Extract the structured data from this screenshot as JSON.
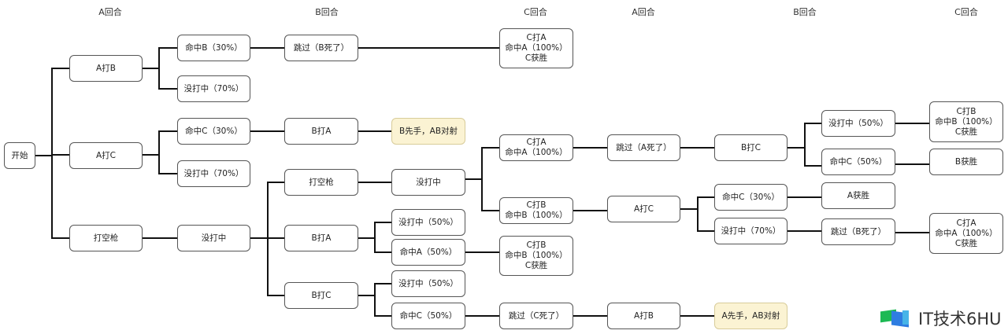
{
  "headers": [
    "A回合",
    "B回合",
    "C回合",
    "A回合",
    "B回合",
    "C回合"
  ],
  "nodes": {
    "start": "开始",
    "a_hit_b": "A打B",
    "a_hit_c": "A打C",
    "a_miss_shot": "打空枪",
    "a_hit_b_success": "命中B（30%）",
    "a_hit_b_fail": "没打中（70%）",
    "a_hit_c_success": "命中C（30%）",
    "a_hit_c_fail": "没打中（70%）",
    "a_shot_missed": "没打中",
    "skip_b_dead": "跳过（B死了）",
    "b_hit_a_after_c_dead": "B打A",
    "b_miss_shot": "打空枪",
    "b_hit_a": "B打A",
    "b_hit_c": "B打C",
    "b_first_duel": "B先手，AB对射",
    "b_shot_missed": "没打中",
    "b_hit_a_fail": "没打中（50%）",
    "b_hit_a_success": "命中A（50%）",
    "b_hit_c_fail": "没打中（50%）",
    "b_hit_c_success": "命中C（50%）",
    "c_hit_a_win_top": "C打A\n命中A（100%）\nC获胜",
    "c_hit_a": "C打A\n命中A（100%）",
    "c_hit_b": "C打B\n命中B（100%）",
    "c_hit_b_win_mid": "C打B\n命中B（100%）\nC获胜",
    "skip_c_dead": "跳过（C死了）",
    "skip_a_dead": "跳过（A死了）",
    "a_hit_c_r2": "A打C",
    "a_hit_b_r2": "A打B",
    "b_hit_c_r2": "B打C",
    "a_hit_c_r2_success": "命中C（30%）",
    "a_hit_c_r2_fail": "没打中（70%）",
    "a_first_duel": "A先手，AB对射",
    "b_hit_c_r2_fail": "没打中（50%）",
    "b_hit_c_r2_success": "命中C（50%）",
    "a_wins": "A获胜",
    "skip_b_dead_r2": "跳过（B死了）",
    "c_hit_b_win_r2": "C打B\n命中B（100%）\nC获胜",
    "b_wins": "B获胜",
    "c_hit_a_win_r2": "C打A\n命中A（100%）\nC获胜"
  },
  "highlight_color": "#fbf3d3",
  "watermark": {
    "icon": "book-logo-icon",
    "text": "IT技术6HU"
  }
}
